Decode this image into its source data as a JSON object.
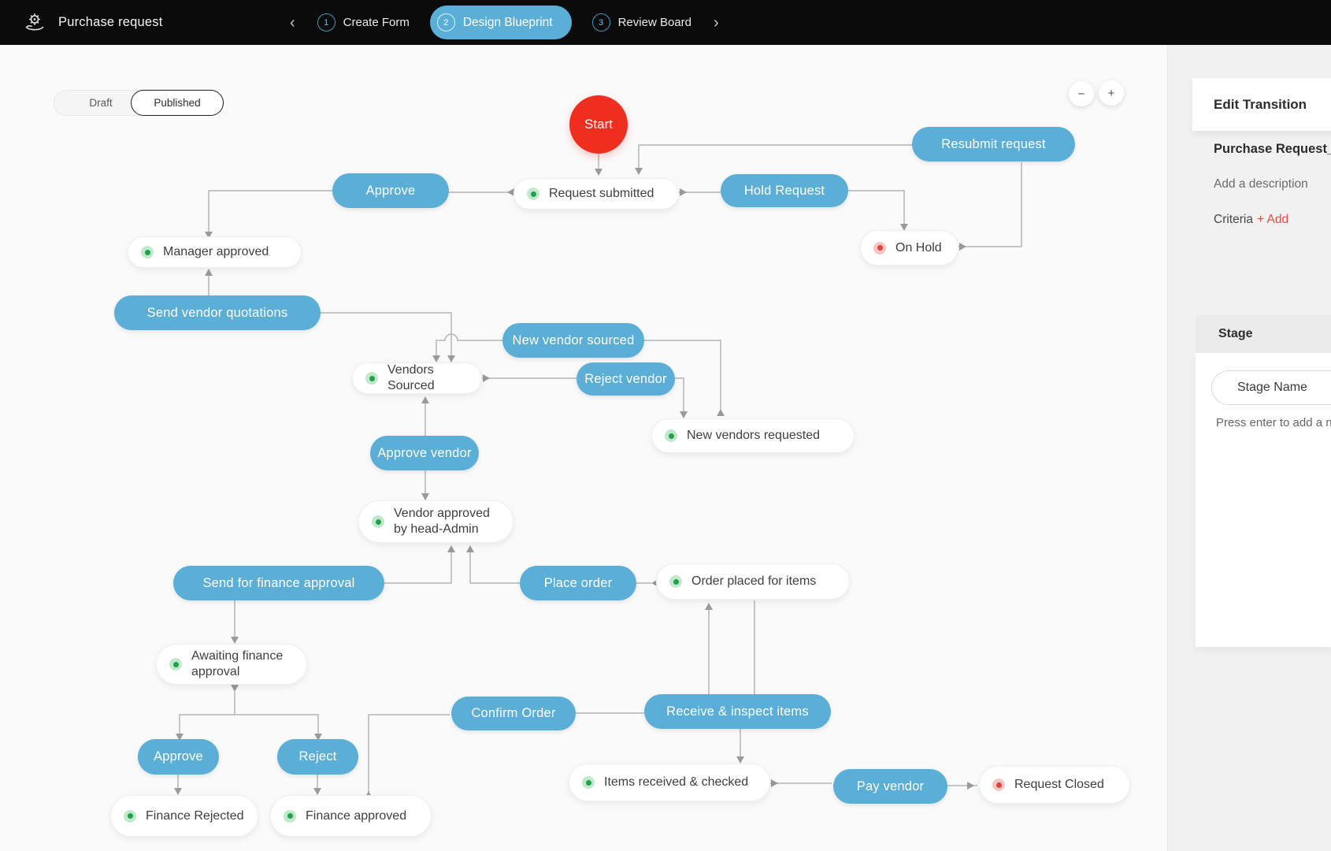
{
  "colors": {
    "accent-blue": "#5bafd7",
    "start-red": "#ee2f1f",
    "add-red": "#ef4b40",
    "topbar-bg": "#0b0b0b",
    "canvas-bg": "#fafafa",
    "panel-bg": "#f1f1f2",
    "line-gray": "#b5b5b5"
  },
  "topbar": {
    "title": "Purchase request",
    "prev_chevron": "‹",
    "next_chevron": "›",
    "steps": [
      {
        "number": "1",
        "label": "Create Form"
      },
      {
        "number": "2",
        "label": "Design Blueprint"
      },
      {
        "number": "3",
        "label": "Review Board"
      }
    ]
  },
  "toolbar": {
    "draft_label": "Draft",
    "published_label": "Published",
    "zoom_out_label": "−",
    "zoom_in_label": "+"
  },
  "diagram": {
    "start_label": "Start",
    "states": [
      {
        "label": "Request submitted",
        "status": "green"
      },
      {
        "label": "Manager approved",
        "status": "green"
      },
      {
        "label": "On Hold",
        "status": "red"
      },
      {
        "label": "Vendors Sourced",
        "status": "green"
      },
      {
        "label": "New vendors requested",
        "status": "green"
      },
      {
        "label": "Vendor approved by head-Admin",
        "status": "green"
      },
      {
        "label": "Order placed for items",
        "status": "green"
      },
      {
        "label": "Awaiting finance approval",
        "status": "green"
      },
      {
        "label": "Items received & checked",
        "status": "green"
      },
      {
        "label": "Finance Rejected",
        "status": "green"
      },
      {
        "label": "Finance approved",
        "status": "green"
      },
      {
        "label": "Request Closed",
        "status": "red"
      }
    ],
    "transitions": [
      {
        "label": "Approve"
      },
      {
        "label": "Hold Request"
      },
      {
        "label": "Resubmit request"
      },
      {
        "label": "Send vendor quotations"
      },
      {
        "label": "New vendor sourced"
      },
      {
        "label": "Reject vendor"
      },
      {
        "label": "Approve vendor"
      },
      {
        "label": "Send for finance approval"
      },
      {
        "label": "Place order"
      },
      {
        "label": "Confirm Order"
      },
      {
        "label": "Receive & inspect items"
      },
      {
        "label": "Approve"
      },
      {
        "label": "Reject"
      },
      {
        "label": "Pay vendor"
      }
    ]
  },
  "panel": {
    "title": "Edit Transition",
    "transition_name": "Purchase Request_pr",
    "description_placeholder": "Add a description",
    "criteria_label": "Criteria",
    "criteria_add_label": "+ Add",
    "stage_section_label": "Stage",
    "stage_name_placeholder": "Stage Name",
    "stage_hint": "Press enter to add a n"
  }
}
